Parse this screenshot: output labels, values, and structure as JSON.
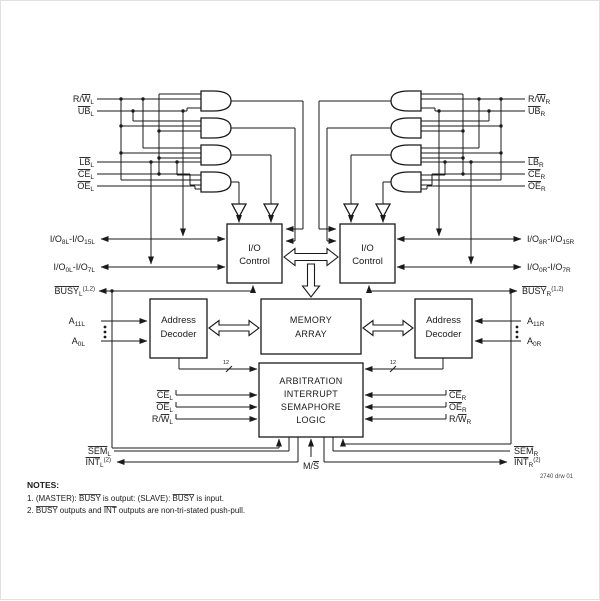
{
  "diagram": {
    "signals": {
      "rwl": {
        "pre": "R/",
        "ov": "W",
        "sub": "L"
      },
      "ubl": {
        "ov": "UB",
        "sub": "L"
      },
      "lbl": {
        "ov": "LB",
        "sub": "L"
      },
      "cel": {
        "ov": "CE",
        "sub": "L"
      },
      "oel": {
        "ov": "OE",
        "sub": "L"
      },
      "rwr": {
        "pre": "R/",
        "ov": "W",
        "sub": "R"
      },
      "ubr": {
        "ov": "UB",
        "sub": "R"
      },
      "lbr": {
        "ov": "LB",
        "sub": "R"
      },
      "cer": {
        "ov": "CE",
        "sub": "R"
      },
      "oer": {
        "ov": "OE",
        "sub": "R"
      },
      "io_hi_l": {
        "p1": "I/O",
        "s1": "8L",
        "p2": "-I/O",
        "s2": "15L"
      },
      "io_lo_l": {
        "p1": "I/O",
        "s1": "0L",
        "p2": "-I/O",
        "s2": "7L"
      },
      "io_hi_r": {
        "p1": "I/O",
        "s1": "8R",
        "p2": "-I/O",
        "s2": "15R"
      },
      "io_lo_r": {
        "p1": "I/O",
        "s1": "0R",
        "p2": "-I/O",
        "s2": "7R"
      },
      "busyl": {
        "ov": "BUSY",
        "sub": "L",
        "sup": "(1,2)"
      },
      "busyr": {
        "ov": "BUSY",
        "sub": "R",
        "sup": "(1,2)"
      },
      "a11l": {
        "p": "A",
        "sub": "11L"
      },
      "a0l": {
        "p": "A",
        "sub": "0L"
      },
      "a11r": {
        "p": "A",
        "sub": "11R"
      },
      "a0r": {
        "p": "A",
        "sub": "0R"
      },
      "seml": {
        "ov": "SEM",
        "sub": "L"
      },
      "intl": {
        "ov": "INT",
        "sub": "L",
        "sup": "(2)"
      },
      "semr": {
        "ov": "SEM",
        "sub": "R"
      },
      "intr": {
        "ov": "INT",
        "sub": "R",
        "sup": "(2)"
      },
      "ms": {
        "pre": "M/",
        "ov": "S"
      }
    },
    "blocks": {
      "io_control": {
        "l1": "I/O",
        "l2": "Control"
      },
      "memory": {
        "l1": "MEMORY",
        "l2": "ARRAY"
      },
      "decoder": {
        "l1": "Address",
        "l2": "Decoder"
      },
      "arb": {
        "l1": "ARBITRATION",
        "l2": "INTERRUPT",
        "l3": "SEMAPHORE",
        "l4": "LOGIC"
      }
    },
    "bus_width": "12",
    "drw_number": "2740 drw 01"
  },
  "notes": {
    "heading": "NOTES:",
    "n1": {
      "a": "1.  (MASTER): ",
      "ov1": "BUSY",
      "b": " is output: (SLAVE): ",
      "ov2": "BUSY",
      "c": " is input."
    },
    "n2": {
      "a": "2.  ",
      "ov1": "BUSY",
      "b": " outputs and ",
      "ov2": "INT",
      "c": " outputs are non-tri-stated push-pull."
    }
  },
  "colors": {
    "ink": "#1a1a1a",
    "paper": "#ffffff"
  }
}
